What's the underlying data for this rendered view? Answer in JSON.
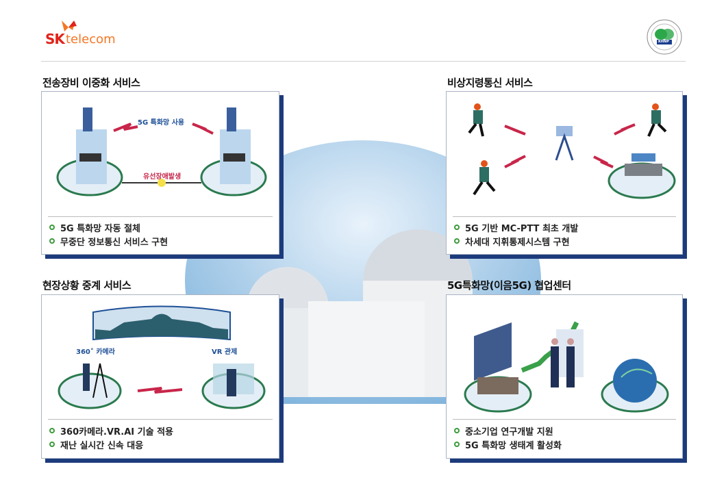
{
  "header": {
    "logo_sk": "SK",
    "logo_telecom": "telecom",
    "partner_logo": "KHNP"
  },
  "sections": [
    {
      "title": "전송장비 이중화 서비스",
      "labels": [
        "5G 특화망 사용",
        "유선장애발생"
      ],
      "bullets": [
        "5G 특화망 자동 절체",
        "무중단 정보통신 서비스 구현"
      ]
    },
    {
      "title": "비상지령통신 서비스",
      "labels": [],
      "bullets": [
        "5G 기반 MC-PTT 최초 개발",
        "차세대 지휘통제시스템 구현"
      ]
    },
    {
      "title": "현장상황 중계 서비스",
      "labels": [
        "360˚ 카메라",
        "VR 관제"
      ],
      "bullets": [
        "360카메라.VR.AI 기술 적용",
        "재난 실시간 신속 대응"
      ]
    },
    {
      "title": "5G특화망(이음5G) 협업센터",
      "labels": [],
      "bullets": [
        "중소기업 연구개발 지원",
        "5G 특화망 생태계 활성화"
      ]
    }
  ],
  "colors": {
    "brand_red": "#e2231a",
    "brand_orange": "#f47725",
    "panel_shadow": "#1c3b7c",
    "bullet": "#3a9a3a",
    "label_blue": "#1d4f96",
    "label_red": "#c8264a"
  }
}
